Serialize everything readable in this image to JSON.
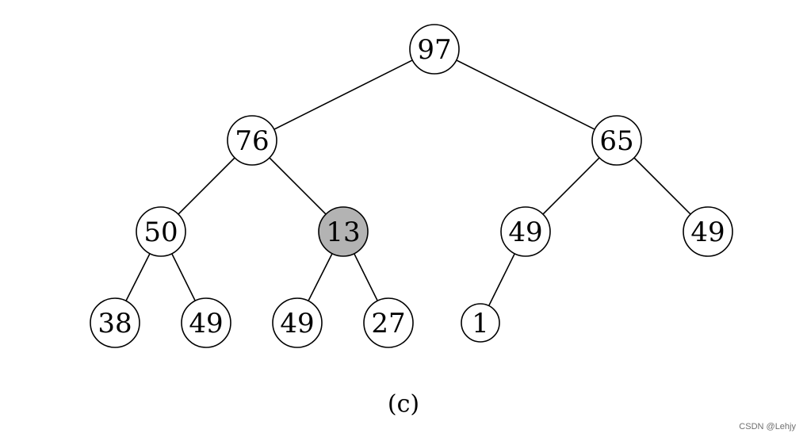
{
  "diagram": {
    "type": "binary-tree",
    "caption": "(c)",
    "highlight_color": "#b3b3b3",
    "node_color": "#ffffff",
    "nodes": [
      {
        "id": "n0",
        "label": "97",
        "highlighted": false
      },
      {
        "id": "n1",
        "label": "76",
        "highlighted": false
      },
      {
        "id": "n2",
        "label": "65",
        "highlighted": false
      },
      {
        "id": "n3",
        "label": "50",
        "highlighted": false
      },
      {
        "id": "n4",
        "label": "13",
        "highlighted": true
      },
      {
        "id": "n5",
        "label": "49",
        "highlighted": false
      },
      {
        "id": "n6",
        "label": "49",
        "highlighted": false
      },
      {
        "id": "n7",
        "label": "38",
        "highlighted": false
      },
      {
        "id": "n8",
        "label": "49",
        "highlighted": false
      },
      {
        "id": "n9",
        "label": "49",
        "highlighted": false
      },
      {
        "id": "n10",
        "label": "27",
        "highlighted": false
      },
      {
        "id": "n11",
        "label": "1",
        "highlighted": false
      }
    ],
    "edges": [
      [
        "n0",
        "n1"
      ],
      [
        "n0",
        "n2"
      ],
      [
        "n1",
        "n3"
      ],
      [
        "n1",
        "n4"
      ],
      [
        "n2",
        "n5"
      ],
      [
        "n2",
        "n6"
      ],
      [
        "n3",
        "n7"
      ],
      [
        "n3",
        "n8"
      ],
      [
        "n4",
        "n9"
      ],
      [
        "n4",
        "n10"
      ],
      [
        "n5",
        "n11"
      ]
    ]
  },
  "watermark": "CSDN @Lehjy"
}
